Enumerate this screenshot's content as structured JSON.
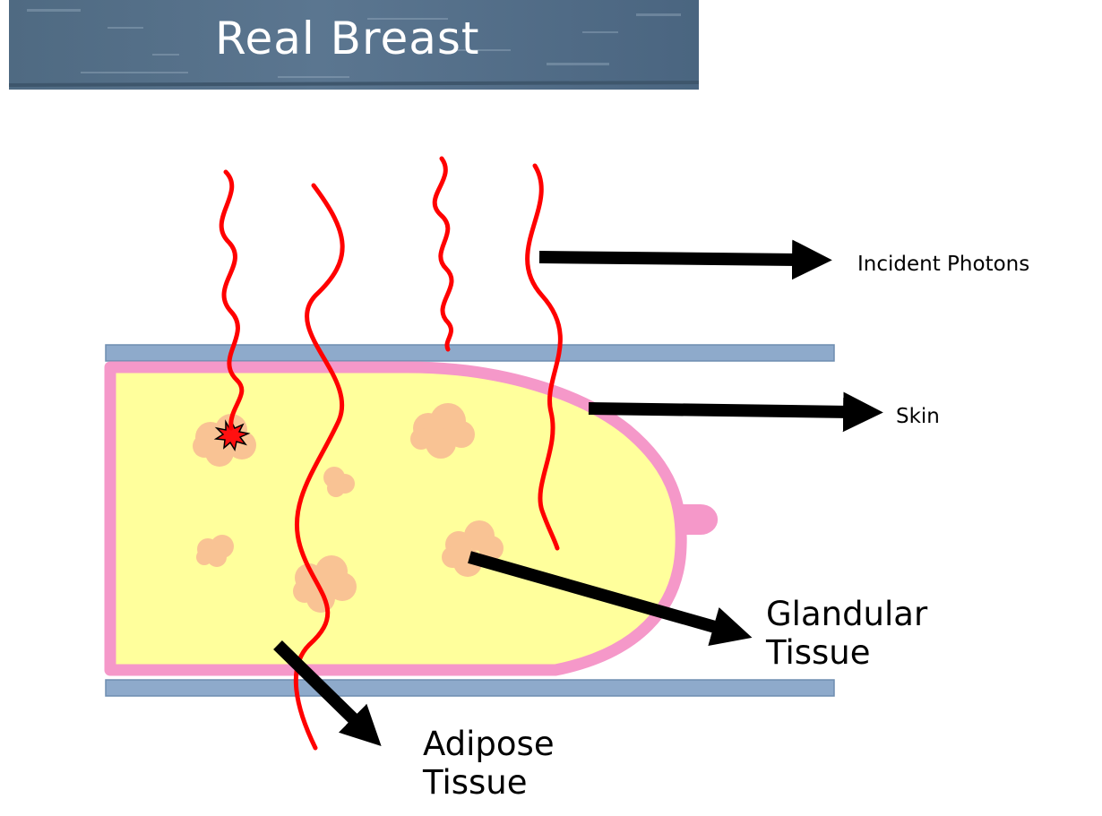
{
  "title": "Real Breast",
  "labels": {
    "incident_photons": "Incident Photons",
    "skin": "Skin",
    "glandular_line1": "Glandular",
    "glandular_line2": "Tissue",
    "adipose_line1": "Adipose",
    "adipose_line2": "Tissue"
  },
  "colors": {
    "banner": "#536e88",
    "compression_plate": "#8eaacb",
    "skin": "#f598c9",
    "adipose": "#ffff9c",
    "glandular": "#f9c394",
    "photon": "#ff0000",
    "arrow": "#000000"
  }
}
